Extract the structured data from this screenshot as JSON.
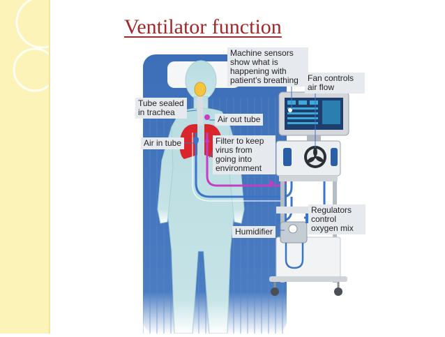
{
  "title": "Ventilator function",
  "labels": {
    "sensors": "Machine sensors show what is happening with patient’s breathing",
    "fan": "Fan controls air flow",
    "tube_sealed": "Tube sealed in trachea",
    "air_out": "Air out tube",
    "air_in": "Air in tube",
    "filter": "Filter to keep virus from going into environment",
    "regulators": "Regulators control oxygen mix",
    "humidifier": "Humidifier"
  },
  "colors": {
    "title": "#a0282a",
    "side_stripe": "#fbf3b8",
    "bed": "#3d6fb8",
    "body": "#b9dde1",
    "lungs": "#d8262c",
    "air_out_tube": "#c23fbf",
    "air_in_tube": "#3a74c8",
    "label_bg": "#e6e9ee"
  }
}
